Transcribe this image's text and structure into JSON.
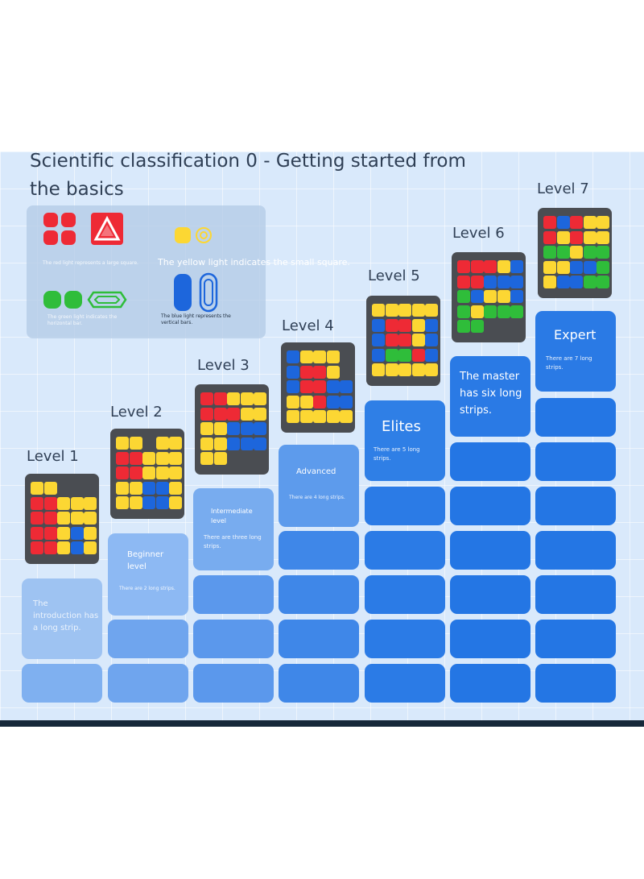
{
  "title": "Scientific classification 0 - Getting started from the basics",
  "legend": {
    "red_text": "The red light represents a large square.",
    "yellow_text": "The yellow light indicates the small square.",
    "green_text": "The green light indicates the horizontal bar.",
    "blue_text": "The blue light represents the vertical bars."
  },
  "colors": {
    "red": "#ee2a35",
    "yellow": "#fcd733",
    "blue": "#1d66dc",
    "green": "#2fbd3a"
  },
  "levels": [
    {
      "label": "Level 1",
      "card_title": "The introduction has a long strip.",
      "card_desc": "",
      "grid": [
        "YY...",
        "RRYYY",
        "RRYYY",
        "RRYBY",
        "RRYBY"
      ]
    },
    {
      "label": "Level 2",
      "card_title": "Beginner level",
      "card_desc": "There are 2 long strips.",
      "grid": [
        "YY.YY",
        "RRYYY",
        "RRYYY",
        "YYBBY",
        "YYBBY"
      ]
    },
    {
      "label": "Level 3",
      "card_title": "Intermediate level",
      "card_desc": "There are three long strips.",
      "grid": [
        "RRYYY",
        "RRRYY",
        "YYBBB",
        "YYBBB",
        "YY..."
      ]
    },
    {
      "label": "Level 4",
      "card_title": "Advanced",
      "card_desc": "There are 4 long strips.",
      "grid": [
        "BYYY.",
        "BRRY.",
        "BRRBB",
        "YYRBB",
        "YYYYY"
      ]
    },
    {
      "label": "Level 5",
      "card_title": "Elites",
      "card_desc": "There are 5 long strips.",
      "grid": [
        "YYYYY",
        "BRRYB",
        "BRRYB",
        "BGGRB",
        "YYYYY"
      ]
    },
    {
      "label": "Level 6",
      "card_title": "The master has six long strips.",
      "card_desc": "",
      "grid": [
        "RRRYB",
        "RRBBB",
        "GBYYB",
        "GYGGG",
        "GG..."
      ]
    },
    {
      "label": "Level 7",
      "card_title": "Expert",
      "card_desc": "There are 7 long strips.",
      "grid": [
        "RBRYY",
        "RYRYY",
        "GGYGG",
        "YYBBG",
        "YBBGG"
      ]
    }
  ]
}
